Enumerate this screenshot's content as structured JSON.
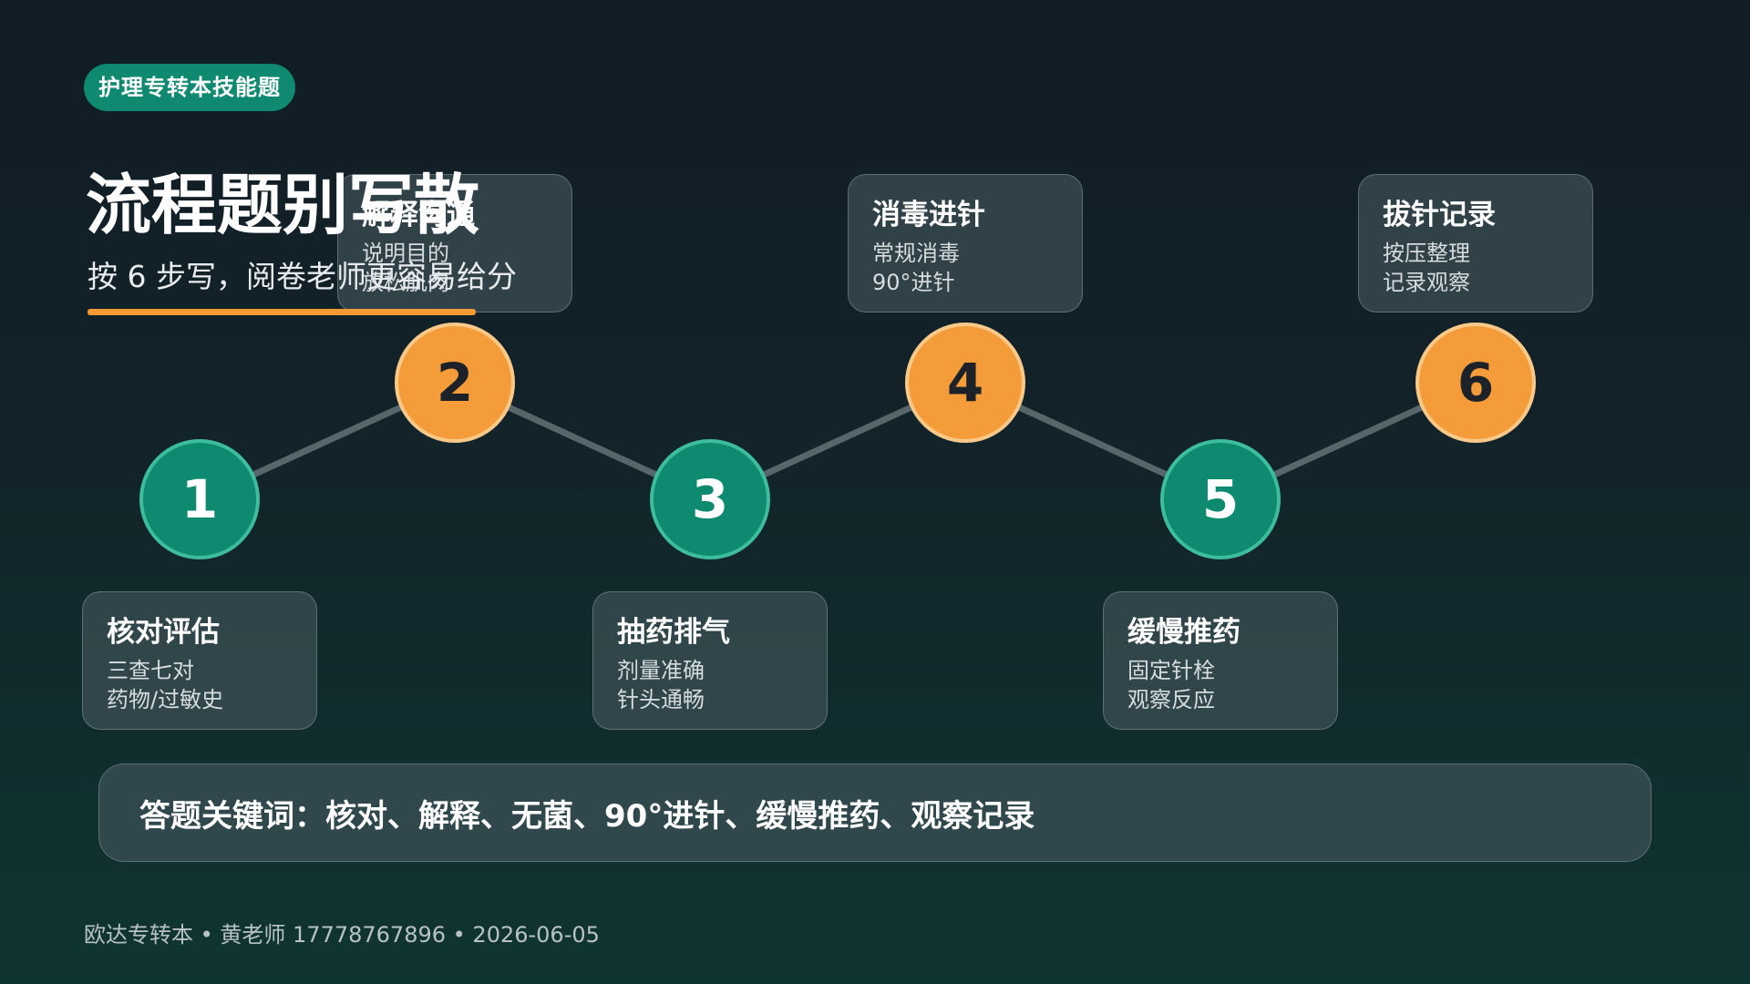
{
  "badge": "护理专转本技能题",
  "title": "流程题别写散",
  "subtitle": "按 6 步写，阅卷老师更容易给分",
  "steps": [
    {
      "number": "1",
      "title": "核对评估",
      "line1": "三查七对",
      "line2": "药物/过敏史"
    },
    {
      "number": "2",
      "title": "解释沟通",
      "line1": "说明目的",
      "line2": "放松肌肉"
    },
    {
      "number": "3",
      "title": "抽药排气",
      "line1": "剂量准确",
      "line2": "针头通畅"
    },
    {
      "number": "4",
      "title": "消毒进针",
      "line1": "常规消毒",
      "line2": "90°进针"
    },
    {
      "number": "5",
      "title": "缓慢推药",
      "line1": "固定针栓",
      "line2": "观察反应"
    },
    {
      "number": "6",
      "title": "拔针记录",
      "line1": "按压整理",
      "line2": "记录观察"
    }
  ],
  "keywords": "答题关键词：核对、解释、无菌、90°进针、缓慢推药、观察记录",
  "footer": "欧达专转本 • 黄老师 17778767896 • 2026-06-05",
  "colors": {
    "accent_green": "#0e8a70",
    "accent_orange": "#f49c3a",
    "connector": "#56666a",
    "background_top": "#111c25",
    "background_bottom": "#0f3532"
  }
}
